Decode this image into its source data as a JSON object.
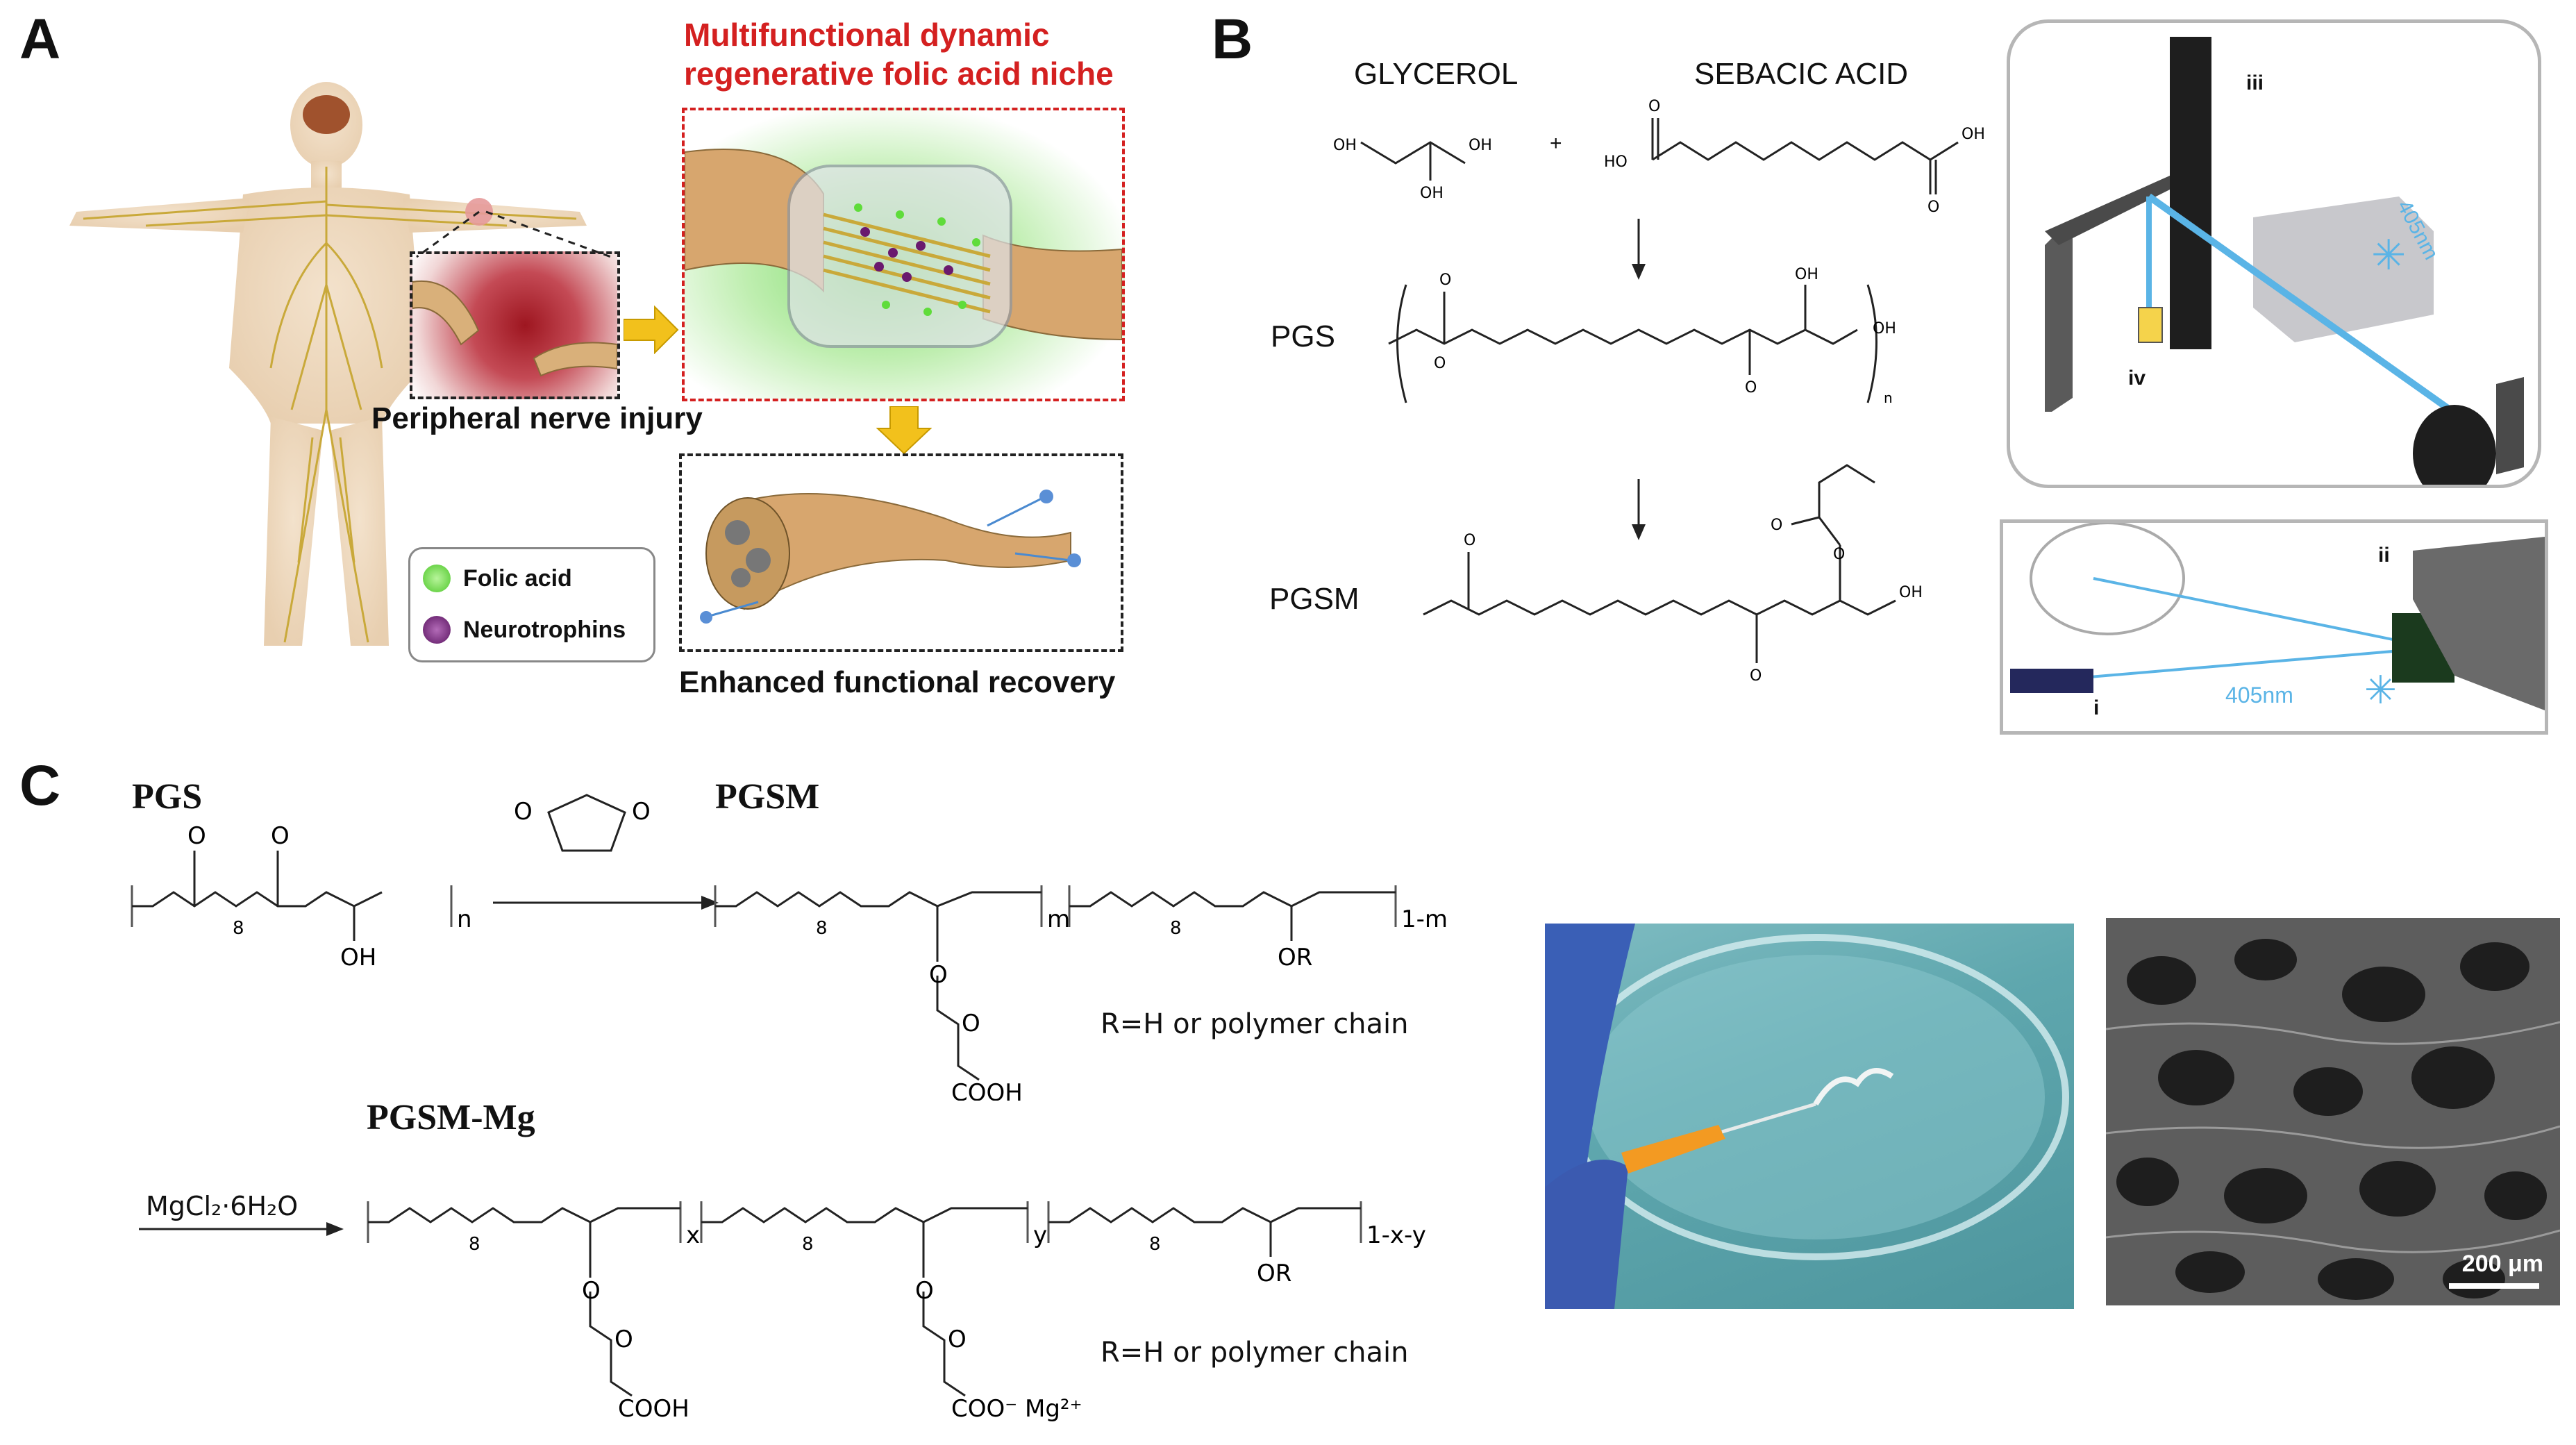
{
  "panel_a": {
    "letter": "A",
    "niche_title_line1": "Multifunctional dynamic",
    "niche_title_line2": "regenerative folic acid niche",
    "injury_label": "Peripheral nerve injury",
    "recovery_label": "Enhanced functional recovery",
    "legend": [
      {
        "label": "Folic acid",
        "color": "#5fdc3a"
      },
      {
        "label": "Neurotrophins",
        "color": "#6a1a6e"
      }
    ],
    "accent_red": "#d42020"
  },
  "panel_b": {
    "letter": "B",
    "glycerol": "GLYCEROL",
    "sebacic_acid": "SEBACIC ACID",
    "plus": "+",
    "pgs": "PGS",
    "pgsm": "PGSM",
    "oh": "OH",
    "ho": "HO",
    "o": "O",
    "n": "n",
    "setup_labels": {
      "i": "i",
      "ii": "ii",
      "iii": "iii",
      "iv": "iv"
    },
    "laser_label": "405nm",
    "laser_color": "#5ab4e6"
  },
  "panel_c": {
    "letter": "C",
    "pgs_title": "PGS",
    "pgsm_title": "PGSM",
    "pgsm_mg_title": "PGSM-Mg",
    "reagent": "MgCl₂·6H₂O",
    "r_note": "R=H or polymer chain",
    "oh": "OH",
    "or": "OR",
    "cooh": "COOH",
    "coo_mg": "COO⁻  Mg²⁺",
    "o": "O",
    "sub_8": "8",
    "sub_n": "n",
    "sub_m": "m",
    "sub_1m": "1-m",
    "sub_x": "x",
    "sub_y": "y",
    "sub_1xy": "1-x-y",
    "scale_bar": "200 μm"
  }
}
